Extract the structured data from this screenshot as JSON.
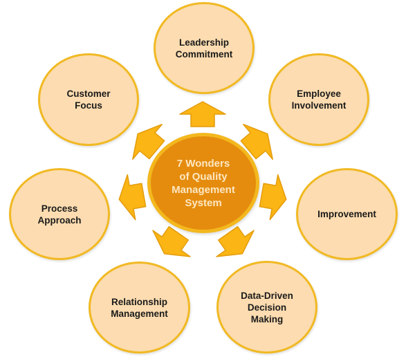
{
  "colors": {
    "center_fill": "#e58c0e",
    "center_border": "#f3b81e",
    "center_text": "#fde7c2",
    "node_fill": "#fcdcb0",
    "node_border": "#f1b923",
    "node_text": "#1a1a1a",
    "arrow_fill": "#fbb514",
    "arrow_border": "#e39c0d"
  },
  "center": {
    "label": "7 Wonders\nof Quality\nManagement\nSystem"
  },
  "nodes": [
    {
      "id": "leadership",
      "label": "Leadership\nCommitment"
    },
    {
      "id": "employee",
      "label": "Employee\nInvolvement"
    },
    {
      "id": "improvement",
      "label": "Improvement"
    },
    {
      "id": "data-driven",
      "label": "Data-Driven\nDecision\nMaking"
    },
    {
      "id": "relationship",
      "label": "Relationship\nManagement"
    },
    {
      "id": "process",
      "label": "Process\nApproach"
    },
    {
      "id": "customer",
      "label": "Customer\nFocus"
    }
  ],
  "arrows": [
    {
      "direction": "up",
      "target": "Leadership Commitment"
    },
    {
      "direction": "up-right",
      "target": "Employee Involvement"
    },
    {
      "direction": "right",
      "target": "Improvement"
    },
    {
      "direction": "down-right",
      "target": "Data-Driven Decision Making"
    },
    {
      "direction": "down-left",
      "target": "Relationship Management"
    },
    {
      "direction": "left",
      "target": "Process Approach"
    },
    {
      "direction": "up-left",
      "target": "Customer Focus"
    }
  ]
}
